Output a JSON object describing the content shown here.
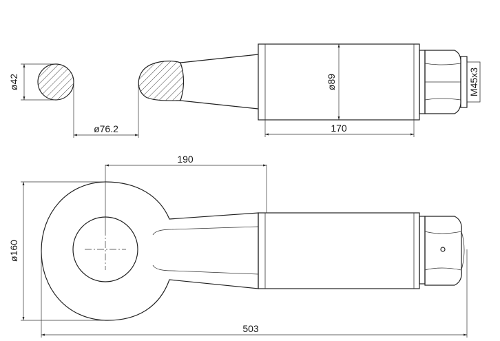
{
  "dimensions": {
    "eye_section_diameter": "ø42",
    "eye_inner_diameter": "ø76.2",
    "body_diameter": "ø89",
    "thread_spec": "M45x3",
    "body_length": "170",
    "eye_to_body_length": "190",
    "eye_outer_diameter": "ø160",
    "overall_length": "503"
  }
}
